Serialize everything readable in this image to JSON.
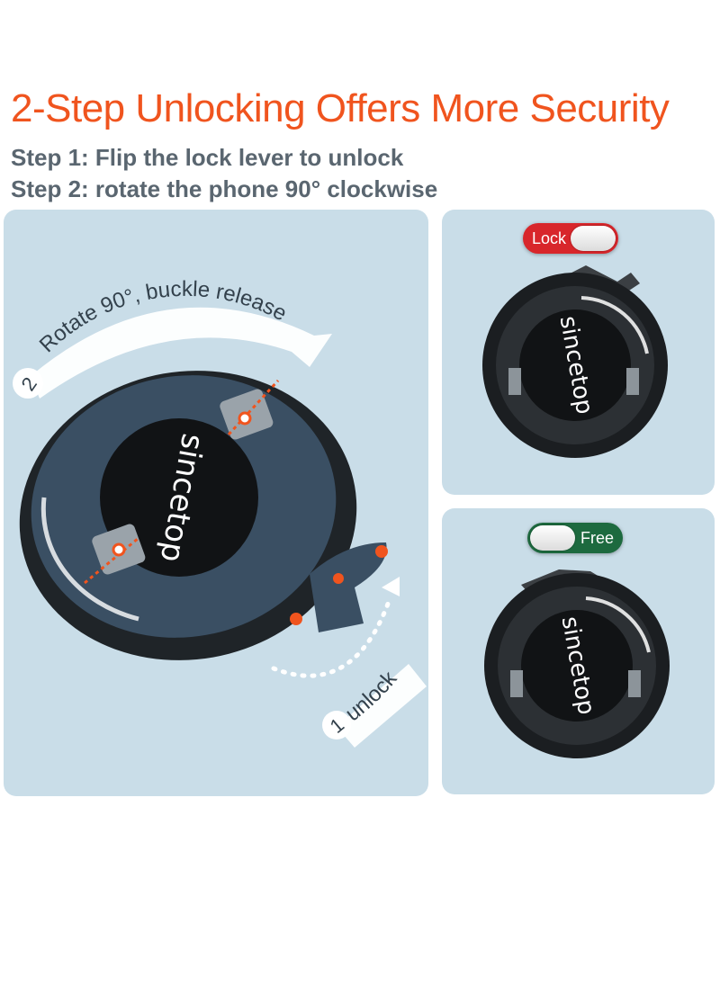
{
  "headline": "2-Step Unlocking Offers More Security",
  "steps": [
    "Step 1: Flip the lock lever to unlock",
    "Step 2: rotate the phone 90° clockwise"
  ],
  "main_diagram": {
    "rotate_number": "2",
    "rotate_label": "Rotate 90°, buckle release",
    "unlock_number": "1",
    "unlock_label": "unlock",
    "brand": "sincetop"
  },
  "lock_panel": {
    "toggle_label": "Lock",
    "brand": "sincetop",
    "toggle_color": "#d8262b"
  },
  "free_panel": {
    "toggle_label": "Free",
    "brand": "sincetop",
    "toggle_color": "#1d6a3f"
  },
  "colors": {
    "headline": "#f0541e",
    "steps_text": "#5a6670",
    "panel_bg": "#c9dde8",
    "accent": "#f0541e"
  }
}
